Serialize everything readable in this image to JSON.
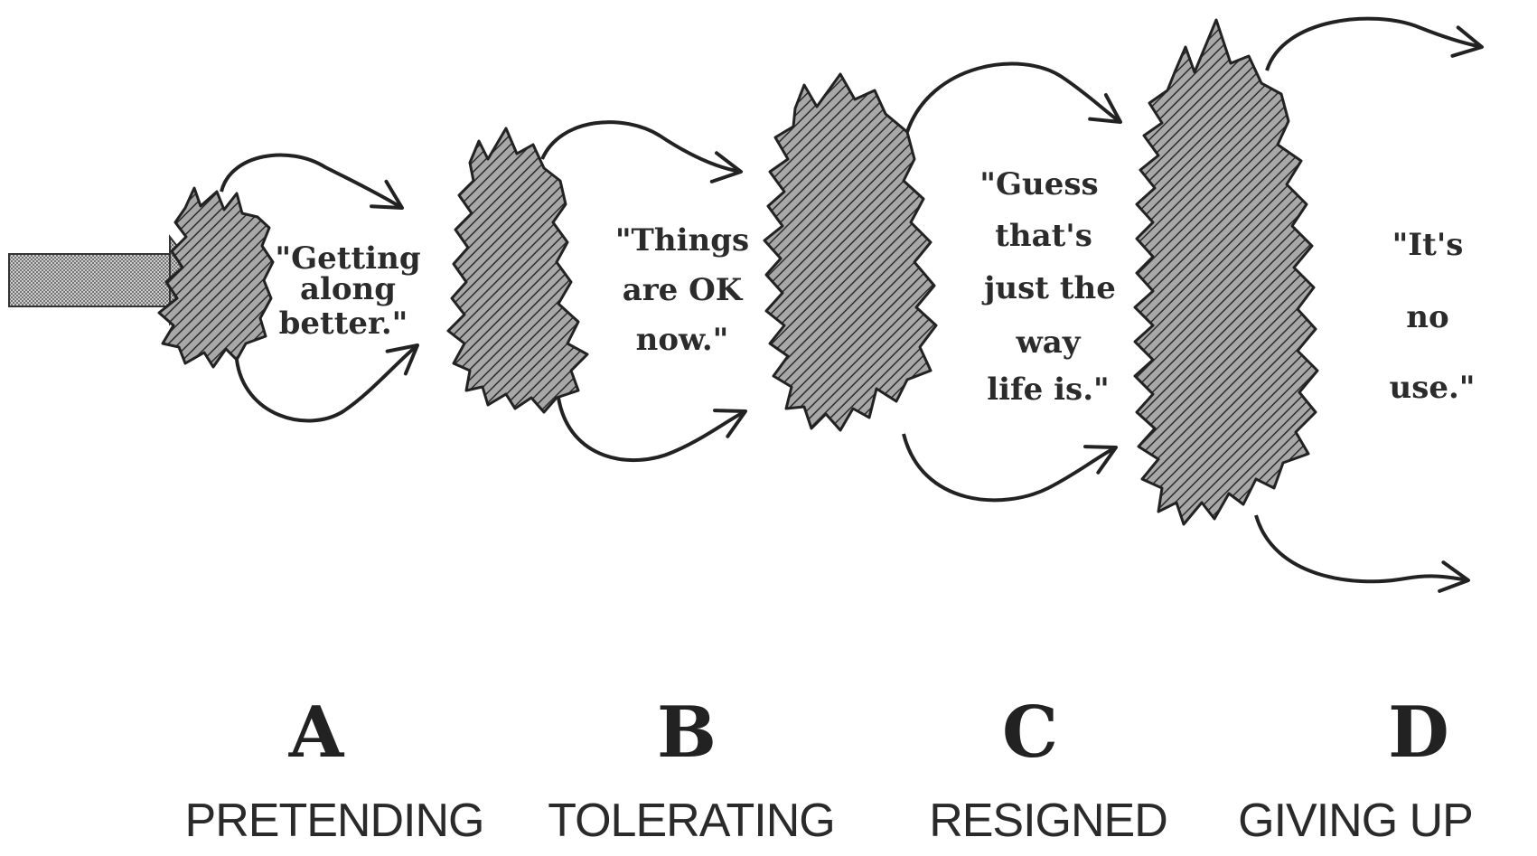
{
  "stages": [
    {
      "letter": "A",
      "name": "PRETENDING",
      "quote_lines": [
        "\"Getting",
        "along",
        "better.\""
      ]
    },
    {
      "letter": "B",
      "name": "TOLERATING",
      "quote_lines": [
        "\"Things",
        "are OK",
        "now.\""
      ]
    },
    {
      "letter": "C",
      "name": "RESIGNED",
      "quote_lines": [
        "\"Guess",
        "that's",
        "just the",
        "way",
        "life is.\""
      ]
    },
    {
      "letter": "D",
      "name": "GIVING UP",
      "quote_lines": [
        "\"It's",
        "no",
        "use.\""
      ]
    }
  ],
  "colors": {
    "ink": "#222222",
    "hatch_bg": "#9a9a9a",
    "arrow_fill": "#b0b0b0"
  }
}
